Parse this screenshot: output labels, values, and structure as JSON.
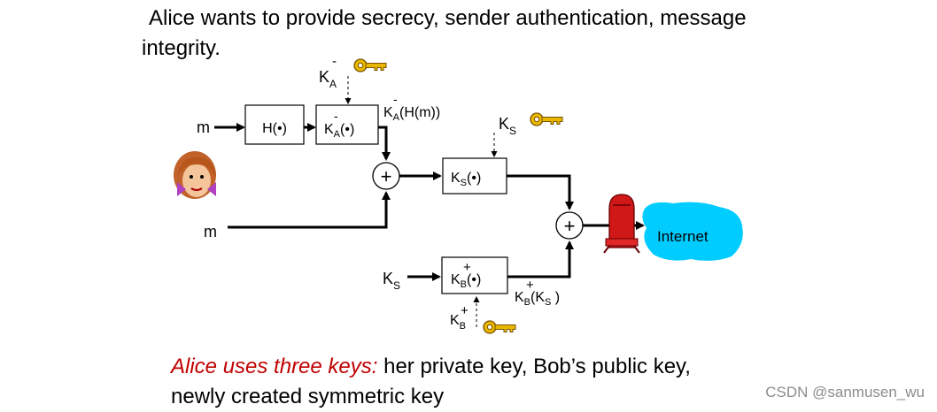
{
  "title": {
    "line1": "Alice wants to provide secrecy, sender authentication,  message",
    "line2": "integrity."
  },
  "diagram": {
    "input_m": "m",
    "hash_fn": "H(•)",
    "ka_minus": {
      "base": "K",
      "sub": "A",
      "sup": "-",
      "arg": "(•)"
    },
    "ka_minus_top_label": {
      "base": "K",
      "sub": "A",
      "sup": "-"
    },
    "signed_digest": {
      "base": "K",
      "sub": "A",
      "sup": "-",
      "arg": "(H(m))"
    },
    "plus": "+",
    "ks_box": {
      "base": "K",
      "sub": "S",
      "arg": "(•)"
    },
    "ks_key_label": {
      "base": "K",
      "sub": "S"
    },
    "kb_plus_box": {
      "base": "K",
      "sub": "B",
      "sup": "+",
      "arg": "(•)"
    },
    "ks_input": {
      "base": "K",
      "sub": "S"
    },
    "kb_plus_ks": {
      "base": "K",
      "sub": "B",
      "sup": "+",
      "arg": "(K",
      "arg_sub": "S",
      "arg_end": " )"
    },
    "kb_plus_key_label": {
      "base": "K",
      "sub": "B",
      "sup": "+"
    },
    "internet": "Internet"
  },
  "caption": {
    "highlight": "Alice uses three keys:",
    "rest": " her private key, Bob’s public key,",
    "line2": "newly created symmetric key"
  },
  "watermark": "CSDN @sanmusen_wu",
  "colors": {
    "highlight": "#c00000",
    "cloud": "#00ccff",
    "key": "#e8b800",
    "watermark": "#8c8c8c"
  }
}
